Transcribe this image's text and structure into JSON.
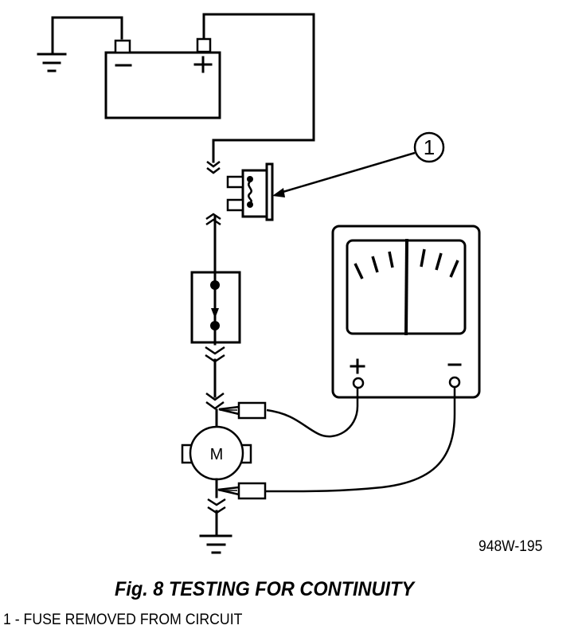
{
  "figure": {
    "id": "948W-195",
    "title": "Fig. 8 TESTING FOR CONTINUITY",
    "legend": [
      {
        "number": "1",
        "text": "1 - FUSE REMOVED FROM CIRCUIT"
      }
    ]
  },
  "components": {
    "battery": {
      "negative_label": "−",
      "positive_label": "+"
    },
    "fuse": {
      "callout": "1",
      "state": "removed"
    },
    "switch": {
      "type": "diode/switch block"
    },
    "motor": {
      "label": "M"
    },
    "meter": {
      "positive_label": "+",
      "negative_label": "−",
      "type": "analog ohmmeter"
    }
  }
}
